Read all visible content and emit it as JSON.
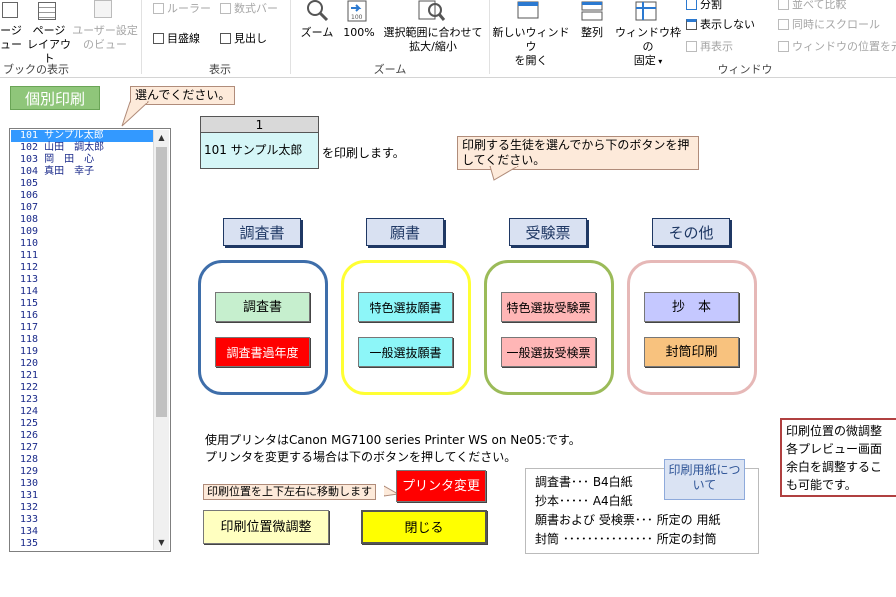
{
  "ribbon": {
    "page_layout_partial": "ージ",
    "page_layout_partial2": "ュー",
    "page_break": "ページ",
    "page_break2": "レイアウト",
    "user_view": "ユーザー設定",
    "user_view2": "のビュー",
    "group_workbook_views": "ブックの表示",
    "ruler": "ルーラー",
    "formula_bar": "数式バー",
    "gridlines": "目盛線",
    "headings": "見出し",
    "group_show": "表示",
    "zoom": "ズーム",
    "zoom100": "100%",
    "zoom_selection": "選択範囲に合わせて",
    "zoom_selection2": "拡大/縮小",
    "group_zoom": "ズーム",
    "new_window": "新しいウィンドウ",
    "new_window2": "を開く",
    "arrange": "整列",
    "freeze": "ウィンドウ枠の",
    "freeze2": "固定",
    "split": "分割",
    "hide": "表示しない",
    "unhide": "再表示",
    "side_by_side": "並べて比較",
    "sync_scroll": "同時にスクロール",
    "reset_pos": "ウィンドウの位置を元に",
    "group_window": "ウィンドウ"
  },
  "sheet": {
    "title_tag": "個別印刷",
    "callout_choose": "選んでください。",
    "callout_instruction": "印刷する生徒を選んでから下のボタンを押してください。",
    "selected_header": "1",
    "selected_value": "101 サンプル太郎",
    "print_msg": "を印刷します。",
    "students": [
      "101 サンプル太郎",
      "102 山田　調太郎",
      "103 岡　田　心",
      "104 真田　幸子",
      "105",
      "106",
      "107",
      "108",
      "109",
      "110",
      "111",
      "112",
      "113",
      "114",
      "115",
      "116",
      "117",
      "118",
      "119",
      "120",
      "121",
      "122",
      "123",
      "124",
      "125",
      "126",
      "127",
      "128",
      "129",
      "130",
      "131",
      "132",
      "133",
      "134",
      "135"
    ],
    "categories": [
      {
        "label": "調査書",
        "buttons": [
          "調査書",
          "調査書過年度"
        ]
      },
      {
        "label": "願書",
        "buttons": [
          "特色選抜願書",
          "一般選抜願書"
        ]
      },
      {
        "label": "受験票",
        "buttons": [
          "特色選抜受験票",
          "一般選抜受検票"
        ]
      },
      {
        "label": "その他",
        "buttons": [
          "抄　本",
          "封筒印刷"
        ]
      }
    ],
    "printer_line1": "使用プリンタはCanon MG7100 series Printer WS on Ne05:です。",
    "printer_line2": "プリンタを変更する場合は下のボタンを押してください。",
    "callout_move": "印刷位置を上下左右に移動します",
    "btn_printer_change": "プリンタ変更",
    "btn_adjust": "印刷位置微調整",
    "btn_close": "閉じる",
    "paper_note": "印刷用紙について",
    "paper_lines": [
      "調査書･･･ B4白紙",
      "抄本･････ A4白紙",
      "願書および 受検票･･･ 所定の 用紙",
      "封筒 ･･･････････････ 所定の封筒"
    ],
    "side_note": [
      "印刷位置の微調整",
      "各プレビュー画面",
      "余白を調整するこ",
      "も可能です。"
    ]
  },
  "colors": {
    "title_green": "#8fc67a",
    "list_selection": "#3399ff",
    "group_border_1": "#3e6eaa",
    "group_border_2": "#ffff33",
    "group_border_3": "#9bbb59",
    "group_border_4": "#e6b8b7"
  }
}
